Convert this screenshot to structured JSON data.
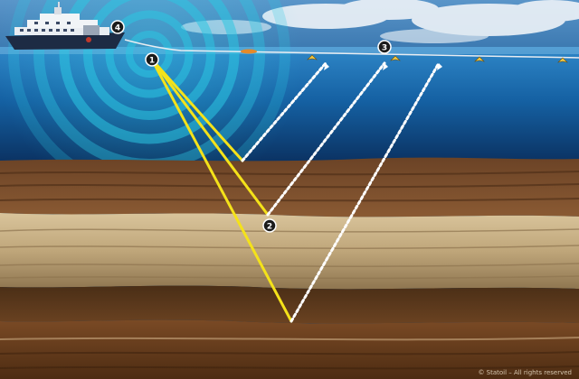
{
  "markers": [
    {
      "id": "marker-1",
      "label": "1"
    },
    {
      "id": "marker-2",
      "label": "2"
    },
    {
      "id": "marker-3",
      "label": "3"
    },
    {
      "id": "marker-4",
      "label": "4"
    }
  ],
  "credit": "© Statoil – All rights reserved",
  "colors": {
    "sky": "#3f7fb8",
    "sea_surface": "#2f87c8",
    "deep_water": "#0a2f5e",
    "sonar_ring": "#29c4e0",
    "ray_yellow": "#f4e21a",
    "ray_return": "#ffffff",
    "marker_fill": "#1b1b1b",
    "ship_hull": "#1d2b44",
    "ship_superstructure": "#e9edf2",
    "sediment_brown": "#7a4a28",
    "sediment_sand": "#cbb48a",
    "sediment_dark": "#3b2410"
  },
  "icons": [
    "ship-icon",
    "sonar-wave-icon",
    "hydrophone-icon",
    "marker-badge-icon"
  ]
}
